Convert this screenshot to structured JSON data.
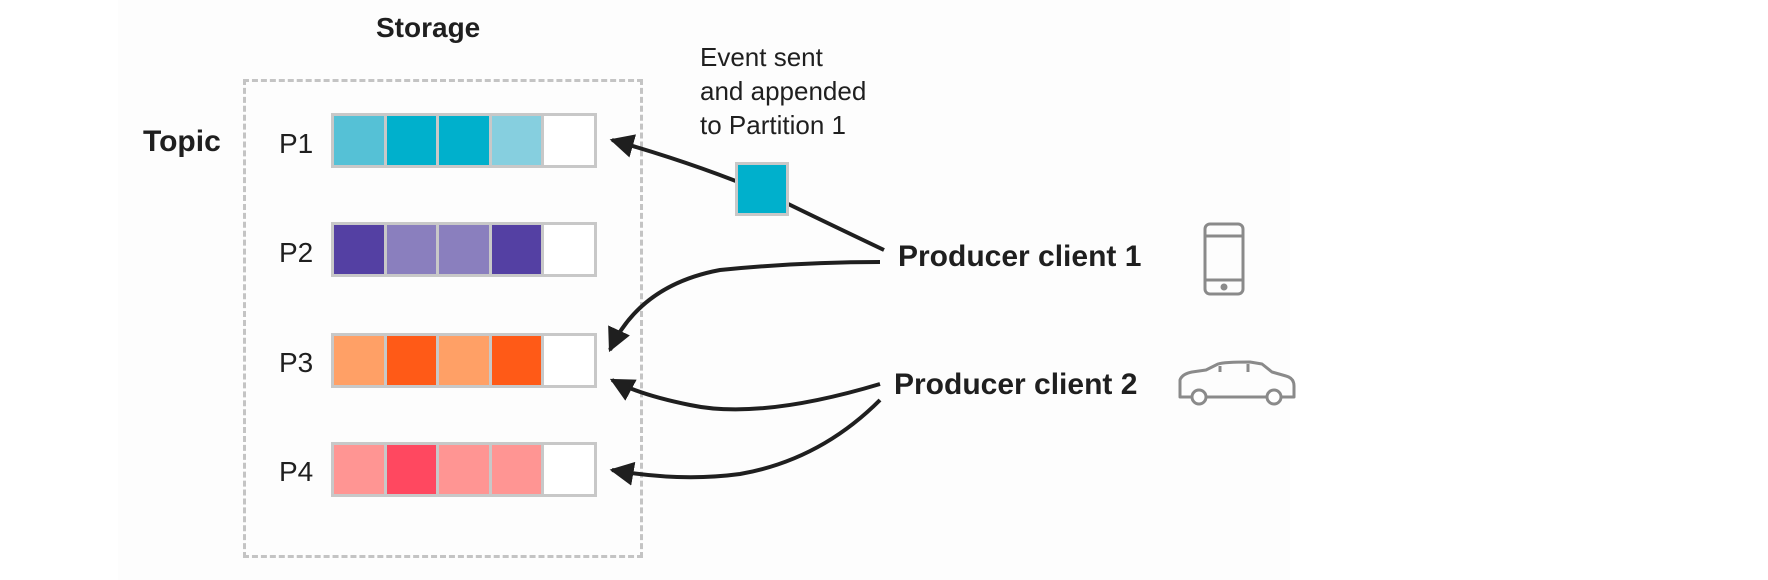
{
  "storage_title": "Storage",
  "topic_label": "Topic",
  "annotation": "Event sent\nand appended\nto Partition 1",
  "partitions": [
    {
      "label": "P1",
      "cells": [
        "#55c1d6",
        "#00b0cc",
        "#00b0cc",
        "#86cfdf",
        "#ffffff"
      ]
    },
    {
      "label": "P2",
      "cells": [
        "#5440a3",
        "#8a7fbe",
        "#8a7fbe",
        "#5440a3",
        "#ffffff"
      ]
    },
    {
      "label": "P3",
      "cells": [
        "#ffa066",
        "#ff5a17",
        "#ffa066",
        "#ff5a17",
        "#ffffff"
      ]
    },
    {
      "label": "P4",
      "cells": [
        "#ff9593",
        "#ff4860",
        "#ff9593",
        "#ff9593",
        "#ffffff"
      ]
    }
  ],
  "event_color": "#00b0cc",
  "producers": [
    {
      "label": "Producer client 1",
      "icon": "phone-icon"
    },
    {
      "label": "Producer client 2",
      "icon": "car-icon"
    }
  ],
  "colors": {
    "arrow": "#1f1f1f",
    "dashed_border": "#c4c4c4",
    "icon_stroke": "#8a8a8a"
  }
}
